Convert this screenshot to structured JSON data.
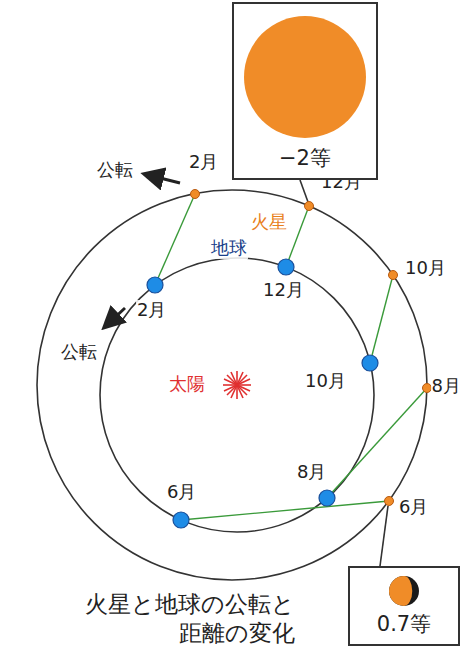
{
  "diagram": {
    "caption": "火星と地球の公転と 距離の変化",
    "nodes": [
      {
        "text": [
          "−2等"
        ]
      },
      {
        "text": [
          "0.7等"
        ]
      }
    ],
    "labels": [
      "2月",
      "公転",
      "12月",
      "火星",
      "地球",
      "12月",
      "10月",
      "2月",
      "公転",
      "太陽",
      "10月",
      "8月",
      "8月",
      "6月",
      "6月"
    ]
  }
}
